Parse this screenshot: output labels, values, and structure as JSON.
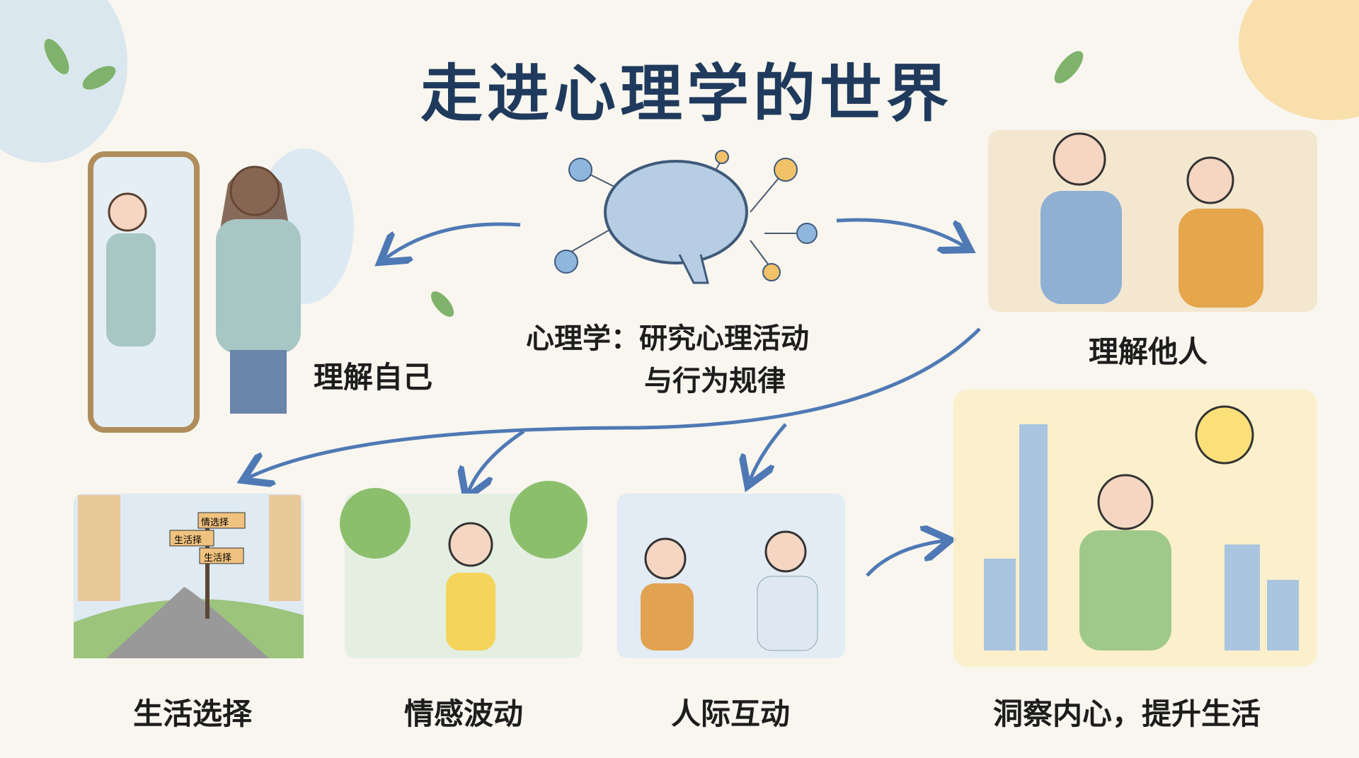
{
  "title": "走进心理学的世界",
  "center": {
    "line1": "心理学：研究心理活动",
    "line2": "与行为规律"
  },
  "labels": {
    "self": "理解自己",
    "others": "理解他人",
    "life_choice": "生活选择",
    "emotion": "情感波动",
    "interaction": "人际互动",
    "insight": "洞察内心，提升生活"
  },
  "signposts": [
    "情选择",
    "生活择",
    "生活择"
  ],
  "colors": {
    "title": "#1f3a5c",
    "arrow": "#4f79b5",
    "background": "#f8f6ef"
  }
}
